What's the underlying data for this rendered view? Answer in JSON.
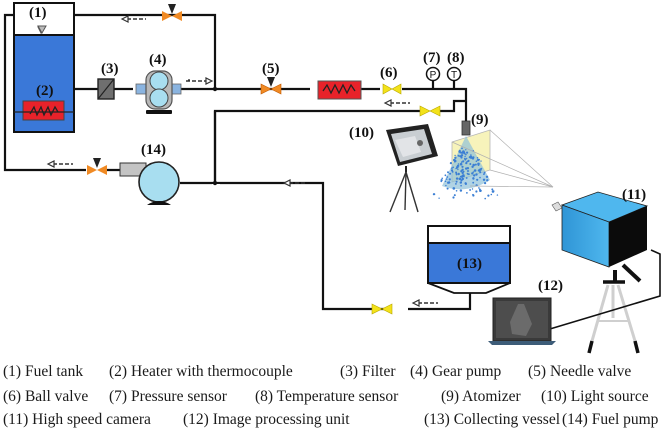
{
  "figure": {
    "labels": {
      "fuel_tank": "(1)",
      "heater": "(2)",
      "filter": "(3)",
      "gear_pump": "(4)",
      "needle_valve": "(5)",
      "ball_valve": "(6)",
      "pressure_sensor": "(7)",
      "temperature_sensor": "(8)",
      "atomizer": "(9)",
      "light_source": "(10)",
      "camera": "(11)",
      "image_unit": "(12)",
      "collecting_vessel": "(13)",
      "fuel_pump": "(14)"
    },
    "gauge_letters": {
      "pressure": "P",
      "temperature": "T"
    },
    "colors": {
      "tank_liquid": "#3a78d8",
      "heater": "#e8222a",
      "pump_fill": "#a8def0",
      "needle_valve": "#f08a24",
      "ball_valve": "#f3e21a",
      "camera": "#35a7e8",
      "spray": "#3b7fd4",
      "filter": "#707070"
    }
  },
  "legend": {
    "row1": [
      "(1) Fuel tank",
      "(2) Heater with thermocouple",
      "(3) Filter",
      "(4) Gear pump",
      "(5) Needle valve"
    ],
    "row2": [
      "(6) Ball valve",
      "(7) Pressure sensor",
      "(8) Temperature sensor",
      "(9) Atomizer",
      "(10) Light source"
    ],
    "row3": [
      "(11) High speed camera",
      "(12) Image processing unit",
      "(13) Collecting vessel",
      "(14) Fuel pump"
    ]
  }
}
